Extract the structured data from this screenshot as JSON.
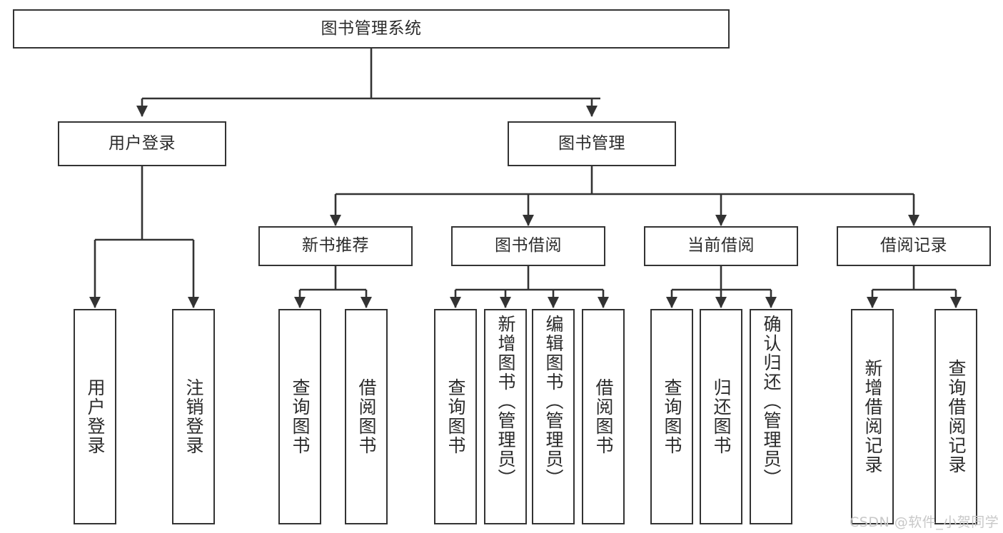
{
  "diagram": {
    "title_box": {
      "label": "图书管理系统"
    },
    "level2": [
      {
        "id": "user-login",
        "label": "用户登录"
      },
      {
        "id": "book-management",
        "label": "图书管理"
      }
    ],
    "level3": [
      {
        "id": "new-book-recommend",
        "label": "新书推荐"
      },
      {
        "id": "book-borrow",
        "label": "图书借阅"
      },
      {
        "id": "current-borrow",
        "label": "当前借阅"
      },
      {
        "id": "borrow-record",
        "label": "借阅记录"
      }
    ],
    "leaves": [
      {
        "id": "leaf-user-login",
        "label": "用户登录",
        "align": "center"
      },
      {
        "id": "leaf-logout-login",
        "label": "注销登录",
        "align": "center"
      },
      {
        "id": "leaf-query-book-1",
        "label": "查询图书",
        "align": "center"
      },
      {
        "id": "leaf-borrow-book-1",
        "label": "借阅图书",
        "align": "center"
      },
      {
        "id": "leaf-query-book-2",
        "label": "查询图书",
        "align": "center"
      },
      {
        "id": "leaf-add-book-admin",
        "label": "新增图书（管理员）",
        "align": "top"
      },
      {
        "id": "leaf-edit-book-admin",
        "label": "编辑图书（管理员）",
        "align": "top"
      },
      {
        "id": "leaf-borrow-book-2",
        "label": "借阅图书",
        "align": "center"
      },
      {
        "id": "leaf-query-book-3",
        "label": "查询图书",
        "align": "center"
      },
      {
        "id": "leaf-return-book",
        "label": "归还图书",
        "align": "center"
      },
      {
        "id": "leaf-confirm-return-admin",
        "label": "确认归还（管理员）",
        "align": "top"
      },
      {
        "id": "leaf-add-borrow-record",
        "label": "新增借阅记录",
        "align": "center"
      },
      {
        "id": "leaf-query-borrow-record",
        "label": "查询借阅记录",
        "align": "center"
      }
    ],
    "watermark": {
      "text": "CSDN @软件_小贺同学"
    },
    "colors": {
      "stroke": "#333333",
      "text": "#2b2b2b",
      "background": "#ffffff",
      "watermark": "#c8c8c8"
    }
  }
}
